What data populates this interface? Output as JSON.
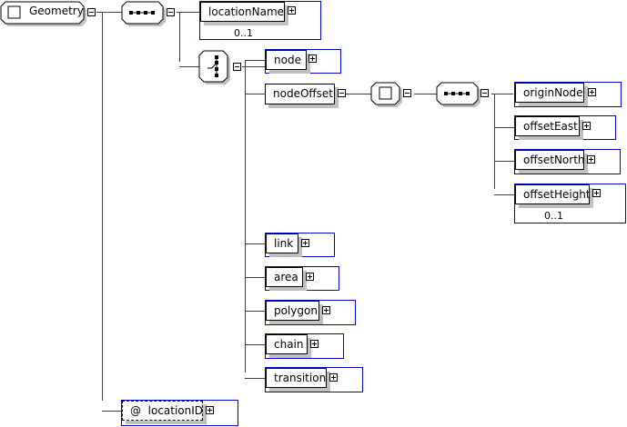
{
  "root": {
    "label": "Geometry"
  },
  "sequence_1": {
    "icon": "sequence-icon"
  },
  "locationName": {
    "label": "locationName",
    "cardinality": "0..1"
  },
  "choice_1": {
    "icon": "choice-icon"
  },
  "choice_items": [
    {
      "label": "node"
    },
    {
      "label": "nodeOffset"
    },
    {
      "label": "link"
    },
    {
      "label": "area"
    },
    {
      "label": "polygon"
    },
    {
      "label": "chain"
    },
    {
      "label": "transition"
    }
  ],
  "nodeOffset_type": {
    "icon": "complex-type-icon"
  },
  "sequence_2": {
    "icon": "sequence-icon"
  },
  "offset_items": [
    {
      "label": "originNode"
    },
    {
      "label": "offsetEast"
    },
    {
      "label": "offsetNorth"
    },
    {
      "label": "offsetHeight",
      "cardinality": "0..1"
    }
  ],
  "attribute": {
    "prefix": "@",
    "label": "locationID"
  },
  "colors": {
    "optional_border": "#0000cc",
    "line": "#404040",
    "shadow": "#c0c0c0"
  }
}
